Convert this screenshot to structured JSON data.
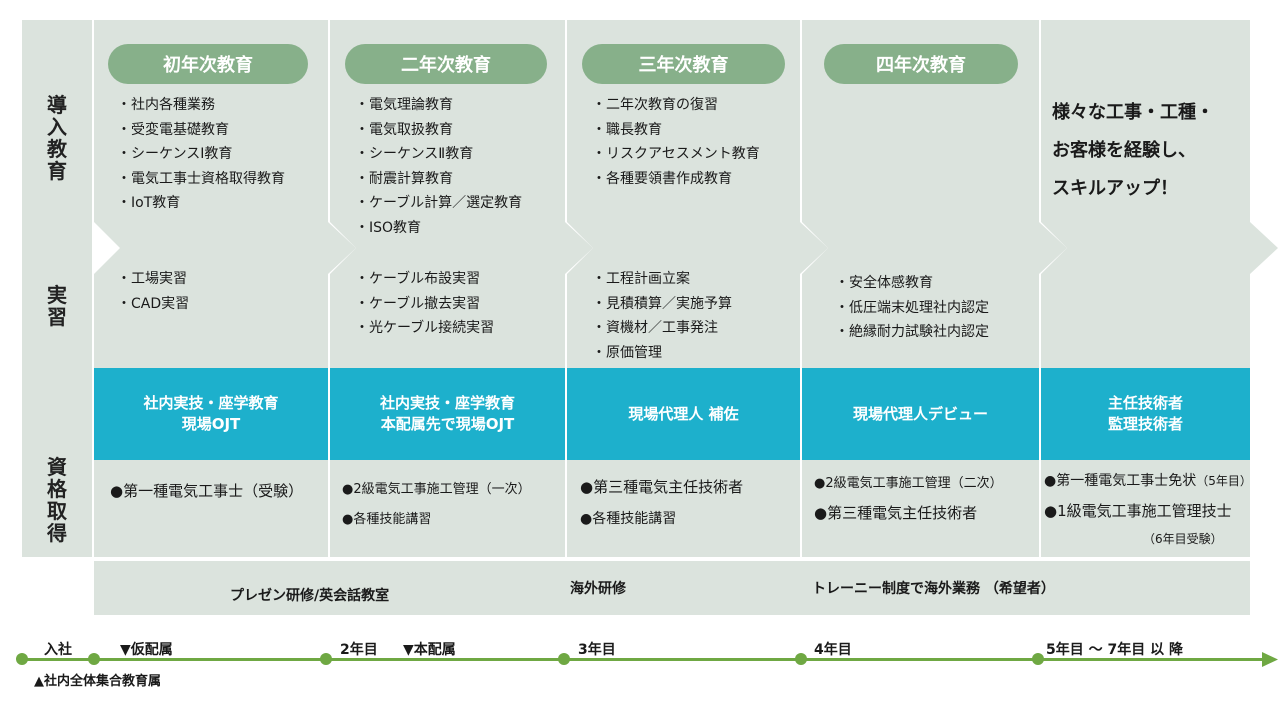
{
  "row_labels": {
    "intro": [
      "導",
      "入",
      "教",
      "育"
    ],
    "practice": [
      "実",
      "習"
    ],
    "qualification": [
      "資",
      "格",
      "取",
      "得"
    ]
  },
  "columns": [
    {
      "title": "初年次教育",
      "intro": [
        "・社内各種業務",
        "・受変電基礎教育",
        "・シーケンスⅠ教育",
        "・電気工事士資格取得教育",
        "・IoT教育"
      ],
      "practice": [
        "・工場実習",
        "・CAD実習"
      ],
      "band": [
        "社内実技・座学教育",
        "現場OJT"
      ],
      "quals": [
        "●第一種電気工事士（受験）"
      ]
    },
    {
      "title": "二年次教育",
      "intro": [
        "・電気理論教育",
        "・電気取扱教育",
        "・シーケンスⅡ教育",
        "・耐震計算教育",
        "・ケーブル計算／選定教育",
        "・ISO教育"
      ],
      "practice": [
        "・ケーブル布設実習",
        "・ケーブル撤去実習",
        "・光ケーブル接続実習"
      ],
      "band": [
        "社内実技・座学教育",
        "本配属先で現場OJT"
      ],
      "quals": [
        "●2級電気工事施工管理（一次）",
        "●各種技能講習"
      ]
    },
    {
      "title": "三年次教育",
      "intro": [
        "・二年次教育の復習",
        "・職長教育",
        "・リスクアセスメント教育",
        "・各種要領書作成教育"
      ],
      "practice": [
        "・工程計画立案",
        "・見積積算／実施予算",
        "・資機材／工事発注",
        "・原価管理"
      ],
      "band": [
        "現場代理人 補佐"
      ],
      "quals": [
        "●第三種電気主任技術者",
        "●各種技能講習"
      ]
    },
    {
      "title": "四年次教育",
      "intro": [],
      "practice": [
        "・安全体感教育",
        "・低圧端末処理社内認定",
        "・絶縁耐力試験社内認定"
      ],
      "band": [
        "現場代理人デビュー"
      ],
      "quals": [
        "●2級電気工事施工管理（二次）",
        "●第三種電気主任技術者"
      ]
    },
    {
      "title": "",
      "message": [
        "様々な工事・工種・",
        "お客様を経験し、",
        "スキルアップ！"
      ],
      "band": [
        "主任技術者",
        "監理技術者"
      ],
      "quals": [
        "●第一種電気工事士免状",
        "●1級電気工事施工管理技士"
      ],
      "qual_notes": [
        "（5年目）",
        "（6年目受験）"
      ]
    }
  ],
  "bottom_band": [
    "プレゼン研修/英会話教室",
    "海外研修",
    "トレーニー制度で海外業務 （希望者）"
  ],
  "timeline": {
    "labels": [
      "入社",
      "▼仮配属",
      "2年目",
      "▼本配属",
      "3年目",
      "4年目",
      "5年目 〜 7年目 以 降"
    ],
    "sub_label": "▲社内全体集合教育属"
  },
  "colors": {
    "panel": "#dbe3dd",
    "pill": "#87b08a",
    "band": "#1db0cc",
    "timeline": "#6fa843"
  }
}
